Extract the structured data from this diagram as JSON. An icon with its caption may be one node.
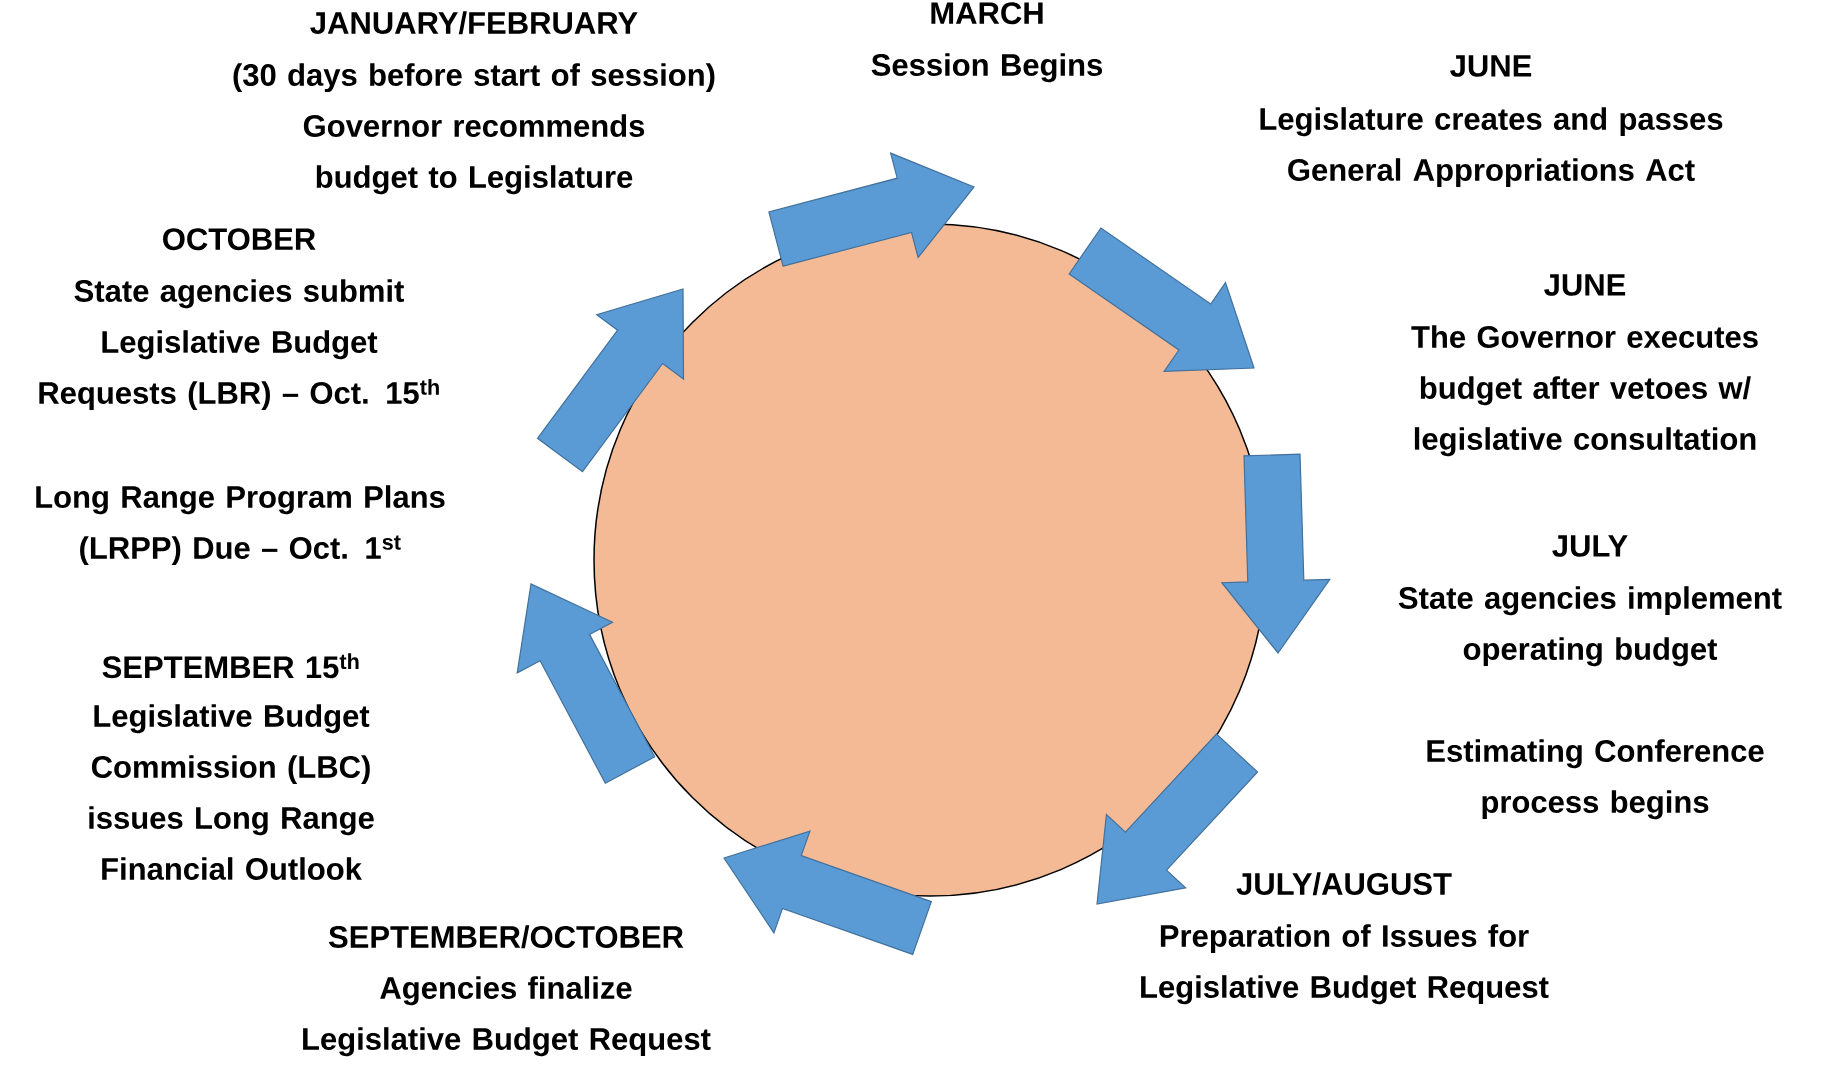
{
  "diagram": {
    "labels": [
      "JANUARY/FEBRUARY",
      "(30 days before start of session)",
      "Governor recommends budget to Legislature",
      "MARCH",
      "Session Begins",
      "JUNE",
      "Legislature creates and passes General Appropriations Act",
      "JUNE",
      "The Governor executes budget after vetoes w/ legislative consultation",
      "JULY",
      "State agencies implement operating budget",
      "Estimating Conference process begins",
      "JULY/AUGUST",
      "Preparation of Issues for Legislative Budget Request",
      "SEPTEMBER/OCTOBER",
      "Agencies finalize Legislative Budget Request",
      "SEPTEMBER 15$^{th}$",
      "Legislative Budget Commission (LBC) issues Long Range Financial Outlook",
      "Long Range Program Plans (LRPP) Due – Oct. 1$^{st}$",
      "OCTOBER",
      "State agencies submit Legislative Budget Requests (LBR) – Oct. 15$^{th}$"
    ]
  }
}
